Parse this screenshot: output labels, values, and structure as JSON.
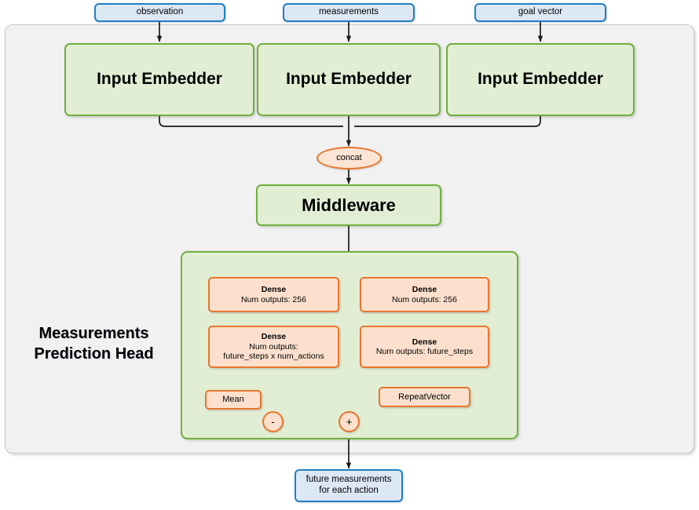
{
  "diagram": {
    "title": "Measurements Prediction Head network architecture",
    "colors": {
      "blue_border": "#1f7fc4",
      "blue_fill": "#dde8f5",
      "green_border": "#6fb03c",
      "green_fill": "#e2eed4",
      "orange_border": "#e8762c",
      "orange_fill": "#fce0cd",
      "container_fill": "#f1f1f1",
      "container_border": "#c8c8c8",
      "edge": "#1a1a1a"
    },
    "inputs": [
      {
        "id": "observation",
        "label": "observation"
      },
      {
        "id": "measurements",
        "label": "measurements"
      },
      {
        "id": "goal_vector",
        "label": "goal vector"
      }
    ],
    "embedders": [
      {
        "id": "embedder-1",
        "label": "Input Embedder"
      },
      {
        "id": "embedder-2",
        "label": "Input Embedder"
      },
      {
        "id": "embedder-3",
        "label": "Input Embedder"
      }
    ],
    "concat": {
      "label": "concat"
    },
    "middleware": {
      "label": "Middleware"
    },
    "head": {
      "label_line1": "Measurements",
      "label_line2": "Prediction Head",
      "dense_left_top": {
        "line1": "Dense",
        "line2": "Num outputs: 256"
      },
      "dense_left_bottom": {
        "line1": "Dense",
        "line2": "Num outputs:",
        "line3": "future_steps x num_actions"
      },
      "dense_right_top": {
        "line1": "Dense",
        "line2": "Num outputs: 256"
      },
      "dense_right_bottom": {
        "line1": "Dense",
        "line2": "Num outputs: future_steps"
      },
      "mean": {
        "label": "Mean"
      },
      "repeat_vector": {
        "label": "RepeatVector"
      },
      "subtract_op": {
        "label": "-"
      },
      "add_op": {
        "label": "+"
      }
    },
    "output": {
      "line1": "future measurements",
      "line2": "for each action"
    }
  }
}
